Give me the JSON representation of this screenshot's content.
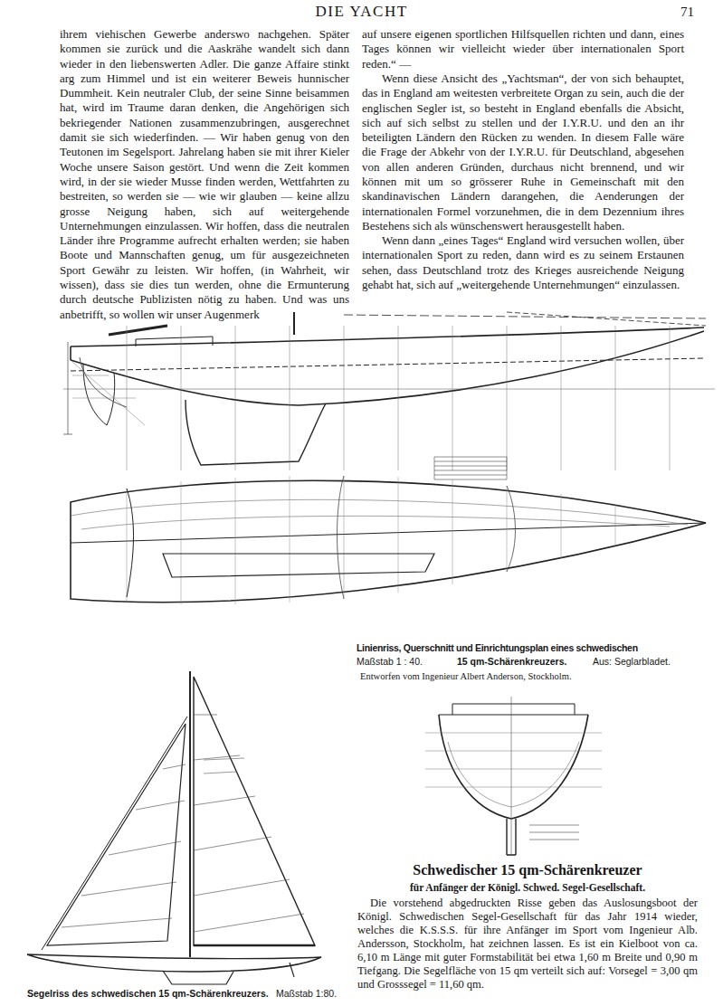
{
  "diagram": {
    "title": "DIE YACHT",
    "labels": [
      "71",
      "ihrem viehischen Gewerbe anderswo nachgehen. Später kommen sie zurück und die Aaskrähe wandelt sich dann wieder in den liebenswerten Adler. Die ganze Affaire stinkt arg zum Himmel und ist ein weiterer Beweis hunnischer Dummheit. Kein neutraler Club, der seine Sinne beisammen hat, wird im Traume daran denken, die Angehörigen sich bekriegender Nationen zusammenzubringen, ausgerechnet damit sie sich wiederfinden. — Wir haben genug von den Teutonen im Segelsport. Jahrelang haben sie mit ihrer Kieler Woche unsere Saison gestört. Und wenn die Zeit kommen wird, in der sie wieder Musse finden werden, Wettfahrten zu bestreiten, so werden sie — wie wir glauben — keine allzu grosse Neigung haben, sich auf weitergehende Unternehmungen einzulassen. Wir hoffen, dass die neutralen Länder ihre Programme aufrecht erhalten werden; sie haben Boote und Mannschaften genug, um für ausgezeichneten Sport Gewähr zu leisten. Wir hoffen, (in Wahrheit, wir wissen), dass sie dies tun werden, ohne die Ermunterung durch deutsche Publizisten nötig zu haben. Und was uns anbetrifft, so wollen wir unser Augenmerk",
      "auf unsere eigenen sportlichen Hilfsquellen richten und dann, eines Tages können wir vielleicht wieder über internationalen Sport reden.“ —",
      "Wenn diese Ansicht des „Yachtsman“, der von sich behauptet, das in England am weitesten verbreitete Organ zu sein, auch die der englischen Segler ist, so besteht in England ebenfalls die Absicht, sich auf sich selbst zu stellen und der I.Y.R.U. und den an ihr beteiligten Ländern den Rücken zu wenden. In diesem Falle wäre die Frage der Abkehr von der I.Y.R.U. für Deutschland, abgesehen von allen anderen Gründen, durchaus nicht brennend, und wir können mit um so grösserer Ruhe in Gemeinschaft mit den skandinavischen Ländern darangehen, die Aenderungen der internationalen Formel vorzunehmen, die in dem Dezennium ihres Bestehens sich als wünschenswert herausgestellt haben.",
      "Wenn dann „eines Tages“ England wird versuchen wollen, über internationalen Sport zu reden, dann wird es zu seinem Erstaunen sehen, dass Deutschland trotz des Krieges ausreichende Neigung gehabt hat, sich auf „weitergehende Unternehmungen“ einzulassen.",
      "Linienriss, Querschnitt und Einrichtungsplan eines schwedischen",
      "Maßstab 1 : 40.",
      "15 qm-Schärenkreuzers.",
      "Aus: Seglarbladet.",
      "Entworfen vom Ingenieur Albert Anderson, Stockholm.",
      "Schwedischer 15 qm-Schärenkreuzer",
      "für Anfänger der Königl. Schwed. Segel-Gesellschaft.",
      "Die vorstehend abgedruckten Risse geben das Auslosungsboot der Königl. Schwedischen Segel-Gesellschaft für das Jahr 1914 wieder, welches die K.S.S.S. für ihre Anfänger im Sport vom Ingenieur Alb. Andersson, Stockholm, hat zeichnen lassen. Es ist ein Kielboot von ca. 6,10 m Länge mit guter Formstabilität bei etwa 1,60 m Breite und 0,90 m Tiefgang. Die Segelfläche von 15 qm verteilt sich auf: Vorsegel = 3,00 qm und Grosssegel = 11,60 qm.",
      "Segelriss des schwedischen 15 qm-Schärenkreuzers.",
      "Maßstab 1:80."
    ]
  }
}
